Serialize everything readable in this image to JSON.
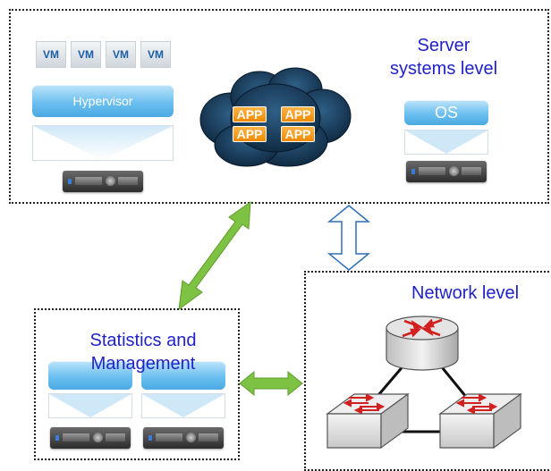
{
  "server_level": {
    "title_line1": "Server",
    "title_line2": "systems level",
    "vms": [
      "VM",
      "VM",
      "VM",
      "VM"
    ],
    "hypervisor": "Hypervisor",
    "os": "OS",
    "apps": [
      "APP",
      "APP",
      "APP",
      "APP"
    ]
  },
  "statistics": {
    "title_line1": "Statistics and",
    "title_line2": "Management"
  },
  "network": {
    "title": "Network level"
  },
  "colors": {
    "label_blue": "#1f22c8",
    "arrow_green": "#7dc242",
    "arrow_outline_blue": "#2f6fb5",
    "cloud_dark": "#0e2a44",
    "app_orange": "#f08a00"
  }
}
